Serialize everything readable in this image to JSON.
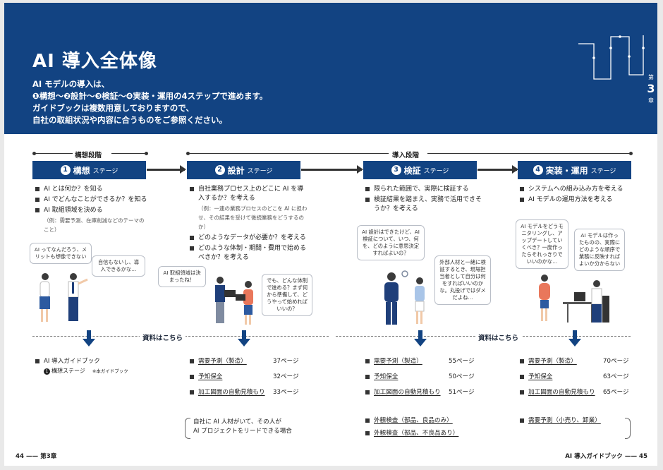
{
  "header": {
    "title": "AI 導入全体像",
    "intro": [
      "AI モデルの導入は、",
      "❶構想〜❷設計〜❸検証〜❹実装・運用の4ステップで進めます。",
      "ガイドブックは複数用意しておりますので、",
      "自社の取組状況や内容に合うものをご参照ください。"
    ],
    "chapter_top": "第",
    "chapter_num": "3",
    "chapter_bottom": "章"
  },
  "phases": {
    "concept": "構想段階",
    "intro": "導入段階"
  },
  "stages": [
    {
      "num": "1",
      "label": "構想",
      "suffix": "ステージ"
    },
    {
      "num": "2",
      "label": "設計",
      "suffix": "ステージ"
    },
    {
      "num": "3",
      "label": "検証",
      "suffix": "ステージ"
    },
    {
      "num": "4",
      "label": "実装・運用",
      "suffix": "ステージ"
    }
  ],
  "bullets": {
    "s1": [
      "AI とは何か？を知る",
      "AI でどんなことができるか？を知る",
      "AI 取組領域を決める"
    ],
    "s1_note": "（例：需要予測、在庫削減などのテーマのこと）",
    "s2": [
      "自社業務プロセス上のどこに AI を導入するか？を考える",
      "どのようなデータが必要か？を考える",
      "どのような体制・期間・費用で始めるべきか？を考える"
    ],
    "s2_note": "（例：一連の業務プロセスのどこを AI に担わせ、その結果を受けて後続業務をどうするのか）",
    "s3": [
      "限られた範囲で、実際に検証する",
      "検証結果を踏まえ、実務で活用できそうか？を考える"
    ],
    "s4": [
      "システムへの組み込み方を考える",
      "AI モデルの運用方法を考える"
    ]
  },
  "bubbles": {
    "b1": "AI ってなんだろう、メリットも想像できない",
    "b2": "自信もないし、導入できるかな…",
    "b3": "AI 取組領域は決まったね！",
    "b4": "でも、どんな体制で進める？まず何から準備して、どうやって始めればいいの？",
    "b5": "AI 設計はできたけど、AI 検証について、いつ、何を、どのように意思決定すればよいの？",
    "b6": "外部人材と一緒に検証するとき、現場担当者として自分は何をすればいいのかな。丸投げではダメだよね…",
    "b7": "AI モデルをどうモニタリングし、アップデートしていくべき？一度作ったらそれっきりでいいのかな…",
    "b8": "AI モデルは作ったものの、実際にどのような順序で業務に反映すればよいか分からない"
  },
  "docs_label": "資料はこちら",
  "resources": {
    "guide": {
      "title": "AI 導入ガイドブック",
      "stage_num": "1",
      "stage": "構想ステージ",
      "note": "※本ガイドブック"
    },
    "s2": [
      {
        "label": "需要予測（製造）",
        "page": "37ページ"
      },
      {
        "label": "予知保全",
        "page": "32ページ"
      },
      {
        "label": "加工図面の自動見積もり",
        "page": "33ページ"
      }
    ],
    "s3": [
      {
        "label": "需要予測（製造）",
        "page": "55ページ"
      },
      {
        "label": "予知保全",
        "page": "50ページ"
      },
      {
        "label": "加工図面の自動見積もり",
        "page": "51ページ"
      }
    ],
    "s4": [
      {
        "label": "需要予測（製造）",
        "page": "70ページ"
      },
      {
        "label": "予知保全",
        "page": "63ページ"
      },
      {
        "label": "加工図面の自動見積もり",
        "page": "65ページ"
      }
    ],
    "note": [
      "自社に AI 人材がいて、その人が",
      "AI プロジェクトをリードできる場合"
    ],
    "s3_extra": [
      "外観検査（部品、良品のみ）",
      "外観検査（部品、不良品あり）"
    ],
    "s4_extra": [
      "需要予測（小売り、卸業）"
    ]
  },
  "footer": {
    "left_num": "44",
    "left_text": "第3章",
    "right_text": "AI 導入ガイドブック",
    "right_num": "45"
  },
  "colors": {
    "navy": "#124382",
    "skin": "#f1c9a8",
    "orange": "#e9775b",
    "lightblue": "#a9c5e8"
  }
}
